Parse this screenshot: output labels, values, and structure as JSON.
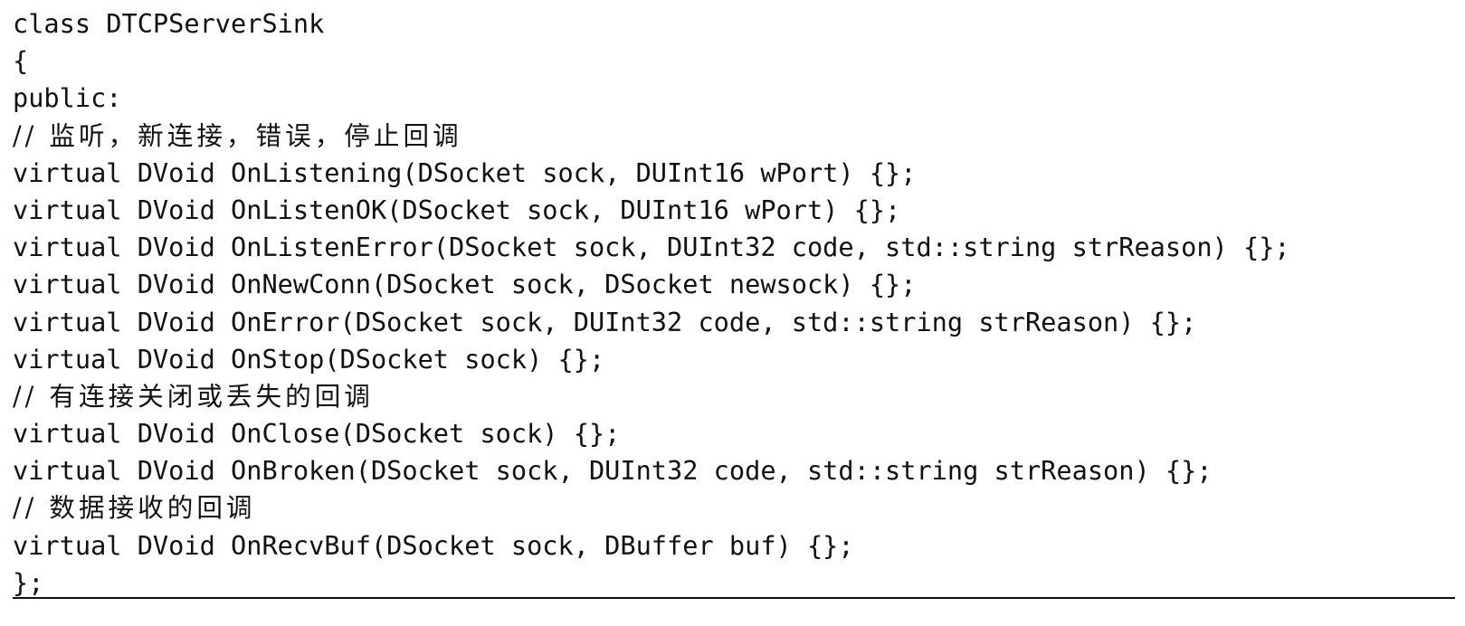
{
  "code": {
    "lines": [
      "class DTCPServerSink",
      "{",
      "public:",
      "// 监听，新连接，错误，停止回调",
      "virtual DVoid OnListening(DSocket sock, DUInt16 wPort) {};",
      "virtual DVoid OnListenOK(DSocket sock, DUInt16 wPort) {};",
      "virtual DVoid OnListenError(DSocket sock, DUInt32 code, std::string strReason) {};",
      "virtual DVoid OnNewConn(DSocket sock, DSocket newsock) {};",
      "virtual DVoid OnError(DSocket sock, DUInt32 code, std::string strReason) {};",
      "virtual DVoid OnStop(DSocket sock) {};",
      "// 有连接关闭或丢失的回调",
      "virtual DVoid OnClose(DSocket sock) {};",
      "virtual DVoid OnBroken(DSocket sock, DUInt32 code, std::string strReason) {};",
      "// 数据接收的回调",
      "virtual DVoid OnRecvBuf(DSocket sock, DBuffer buf) {};",
      "};"
    ]
  }
}
